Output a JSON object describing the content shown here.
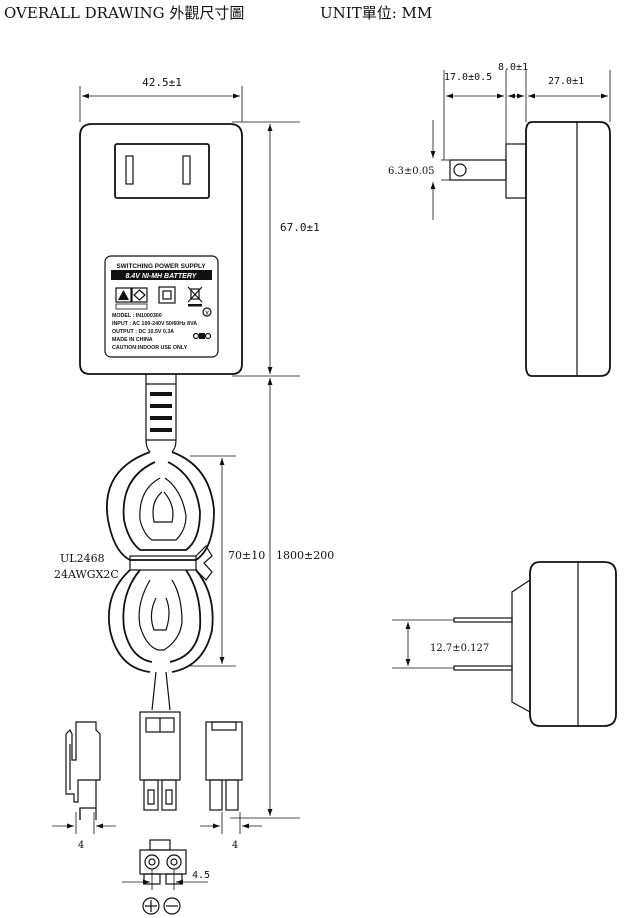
{
  "header": {
    "title": "OVERALL DRAWING 外觀尺寸圖",
    "unit": "UNIT單位: MM"
  },
  "dimensions": {
    "width_front": "42.5±1",
    "height_body": "67.0±1",
    "pin_length": "17.0±0.5",
    "plate_thickness": "8.0±1",
    "depth_body": "27.0±1",
    "pin_diameter": "6.3±0.05",
    "pin_spacing": "12.7±0.127",
    "coil_length": "70±10",
    "cable_length": "1800±200",
    "conn_width_left": "4",
    "conn_width_right": "4",
    "plug_pitch": "4.5"
  },
  "cable": {
    "spec_line1": "UL2468",
    "spec_line2": "24AWGX2C"
  },
  "label": {
    "line1": "SWITCHING POWER SUPPLY",
    "banner": "8.4V NI-MH BATTERY",
    "model": "MODEL : IN1000300",
    "input": "INPUT : AC 100-240V 50/60Hz 8VA",
    "output": "OUTPUT : DC 10.5V 0.3A",
    "made": "MADE IN CHINA",
    "caution": "CAUTION:INDOOR USE ONLY",
    "v_mark": "V"
  },
  "polarity": {
    "plus": "+",
    "minus": "−"
  }
}
